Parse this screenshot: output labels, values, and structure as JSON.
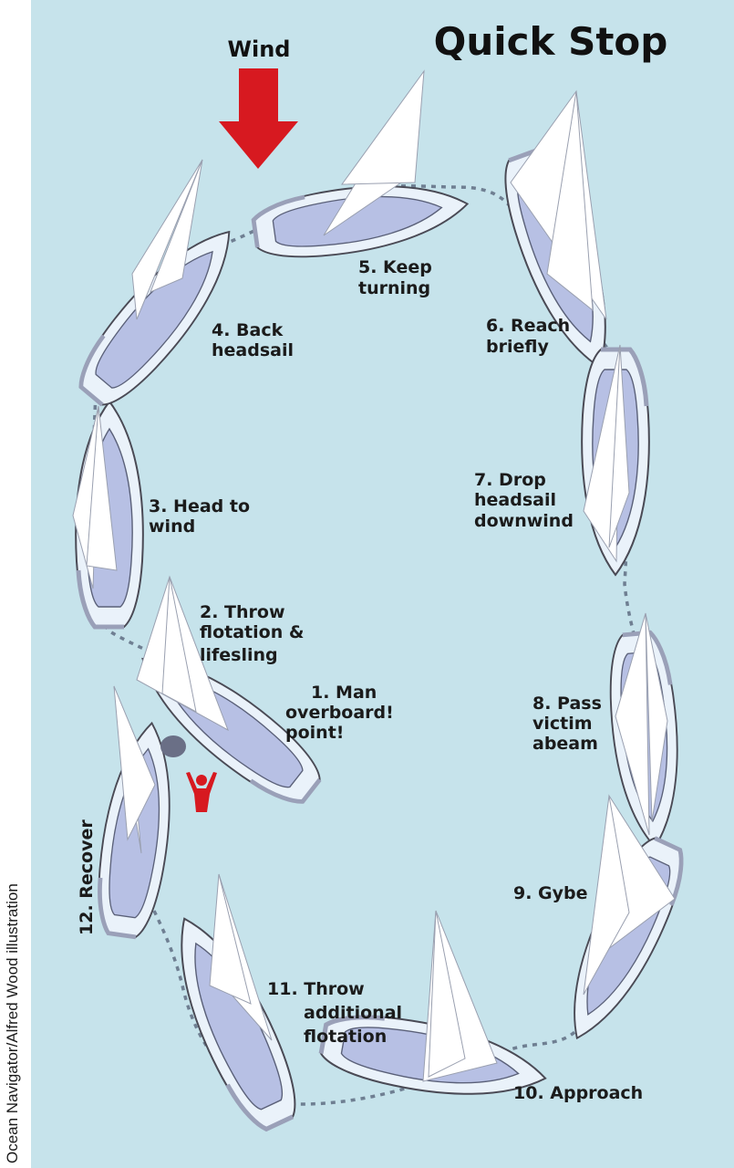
{
  "title": "Quick Stop",
  "wind_label": "Wind",
  "credit": "Ocean Navigator/Alfred Wood illustration",
  "colors": {
    "water": "#c6e3eb",
    "arrow": "#d71920",
    "hull_outline": "#4a4a55",
    "deck": "#b7c0e4",
    "sail": "#ffffff",
    "person": "#d71920",
    "flotation": "#6a6f86",
    "track": "#6f7f92"
  },
  "steps": [
    {
      "num": "1.",
      "lines": [
        "1. Man",
        "overboard!",
        "point!"
      ]
    },
    {
      "num": "2.",
      "lines": [
        "2. Throw",
        "flotation &",
        "lifesling"
      ]
    },
    {
      "num": "3.",
      "lines": [
        "3. Head to",
        "wind"
      ]
    },
    {
      "num": "4.",
      "lines": [
        "4. Back",
        "headsail"
      ]
    },
    {
      "num": "5.",
      "lines": [
        "5. Keep",
        "turning"
      ]
    },
    {
      "num": "6.",
      "lines": [
        "6. Reach",
        "briefly"
      ]
    },
    {
      "num": "7.",
      "lines": [
        "7. Drop",
        "headsail",
        "downwind"
      ]
    },
    {
      "num": "8.",
      "lines": [
        "8. Pass",
        "victim",
        "abeam"
      ]
    },
    {
      "num": "9.",
      "lines": [
        "9. Gybe"
      ]
    },
    {
      "num": "10.",
      "lines": [
        "10. Approach"
      ]
    },
    {
      "num": "11.",
      "lines": [
        "11. Throw",
        "additional",
        "flotation"
      ]
    },
    {
      "num": "12.",
      "lines": [
        "12. Recover"
      ]
    }
  ]
}
